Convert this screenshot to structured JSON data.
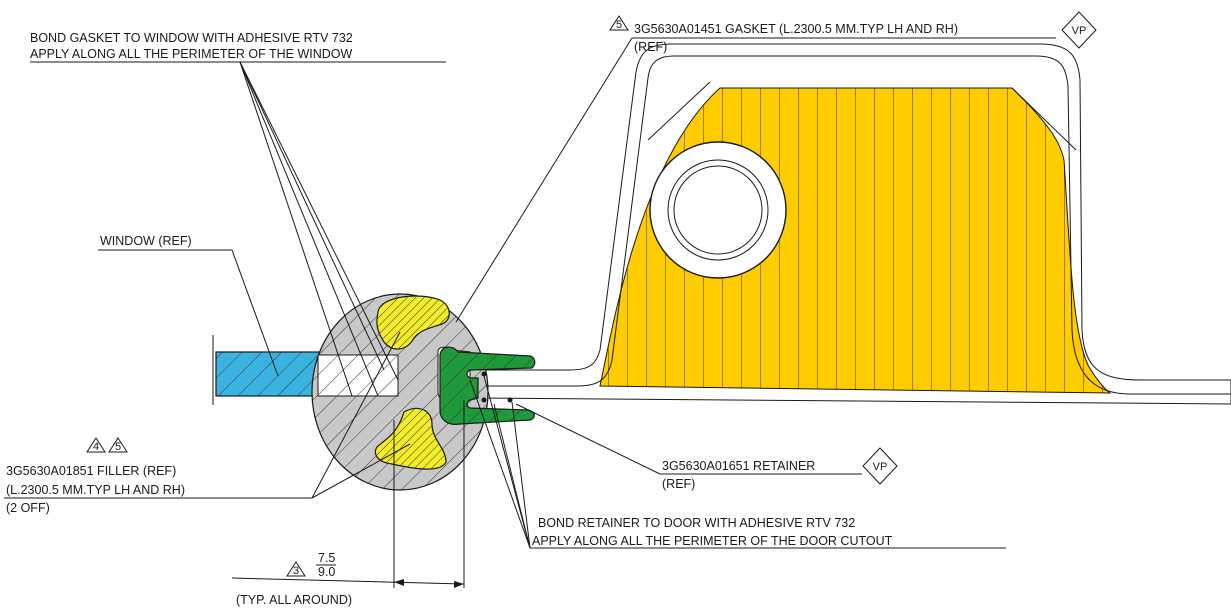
{
  "labels": {
    "bond_gasket_line1": "BOND GASKET TO WINDOW WITH ADHESIVE RTV 732",
    "bond_gasket_line2": "APPLY ALONG ALL THE PERIMETER OF THE WINDOW",
    "gasket_part": "3G5630A01451 GASKET (L.2300.5 MM.TYP LH AND RH)",
    "gasket_ref": "(REF)",
    "gasket_note_number": "5",
    "vp_top": "VP",
    "window": "WINDOW (REF)",
    "filler_note_a": "4",
    "filler_note_b": "5",
    "filler_line1": "3G5630A01851 FILLER (REF)",
    "filler_line2": "(L.2300.5 MM.TYP LH AND RH)",
    "filler_line3": "(2 OFF)",
    "retainer_part": "3G5630A01651 RETAINER",
    "retainer_ref": "(REF)",
    "vp_bottom": "VP",
    "bond_retainer_line1": "BOND RETAINER TO DOOR WITH ADHESIVE RTV 732",
    "bond_retainer_line2": "APPLY ALONG ALL THE PERIMETER OF THE DOOR CUTOUT",
    "dim_note_number": "3",
    "dim_upper": "7.5",
    "dim_lower": "9.0",
    "dim_typ": "(TYP. ALL AROUND)"
  },
  "colors": {
    "window_fill": "#3bb3e0",
    "gasket_fill": "#c8c8c8",
    "filler_fill": "#f2ec2a",
    "retainer_fill": "#1f9a3a",
    "door_fill": "#ffcc00",
    "line": "#1a1a1a"
  }
}
